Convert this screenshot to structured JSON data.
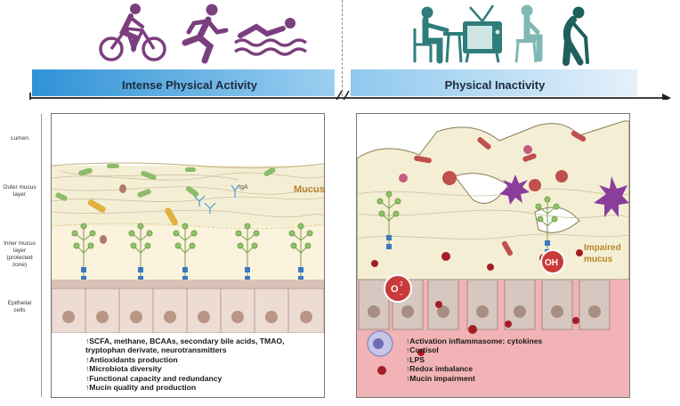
{
  "header": {
    "left_title": "Intense Physical Activity",
    "right_title": "Physical Inactivity",
    "active_icons": [
      "cycling-icon",
      "running-icon",
      "swimming-icon"
    ],
    "inactive_icons": [
      "seated-at-desk-icon",
      "television-icon",
      "sitting-on-stool-icon",
      "elderly-walking-icon"
    ]
  },
  "layers": {
    "lumen": "Lumen",
    "outer": "Outer mucus layer",
    "inner": "Inner mucus layer (protected zone)",
    "epithelial": "Epithelial cells"
  },
  "left_panel": {
    "mucus_label": "Mucus",
    "iga_label": "IgA",
    "effects": [
      "↑SCFA, methane, BCAAs, secondary bile acids, TMAO, tryptophan derivate, neurotransmitters",
      "↑Antioxidants production",
      "↑Microbiota diversity",
      "↑Functional capacity and redundancy",
      "↑Mucin quality and production"
    ]
  },
  "right_panel": {
    "impaired_label": "Impaired mucus",
    "superoxide_label": "O",
    "superoxide_sup": "2",
    "superoxide_sub": "-",
    "hydroxyl_label": "OH",
    "effects": [
      "↑Activation inflammasome: cytokines",
      "↑Cortisol",
      "↑LPS",
      "↑Redox imbalance",
      "↑Mucin impairment"
    ]
  },
  "colors": {
    "active_purple": "#7b3f7f",
    "inactive_teal": "#2f7d7a",
    "mucus_gold": "#b5872f",
    "epithelium": "#e8d8d0",
    "inflamed": "#f1b3b5"
  }
}
